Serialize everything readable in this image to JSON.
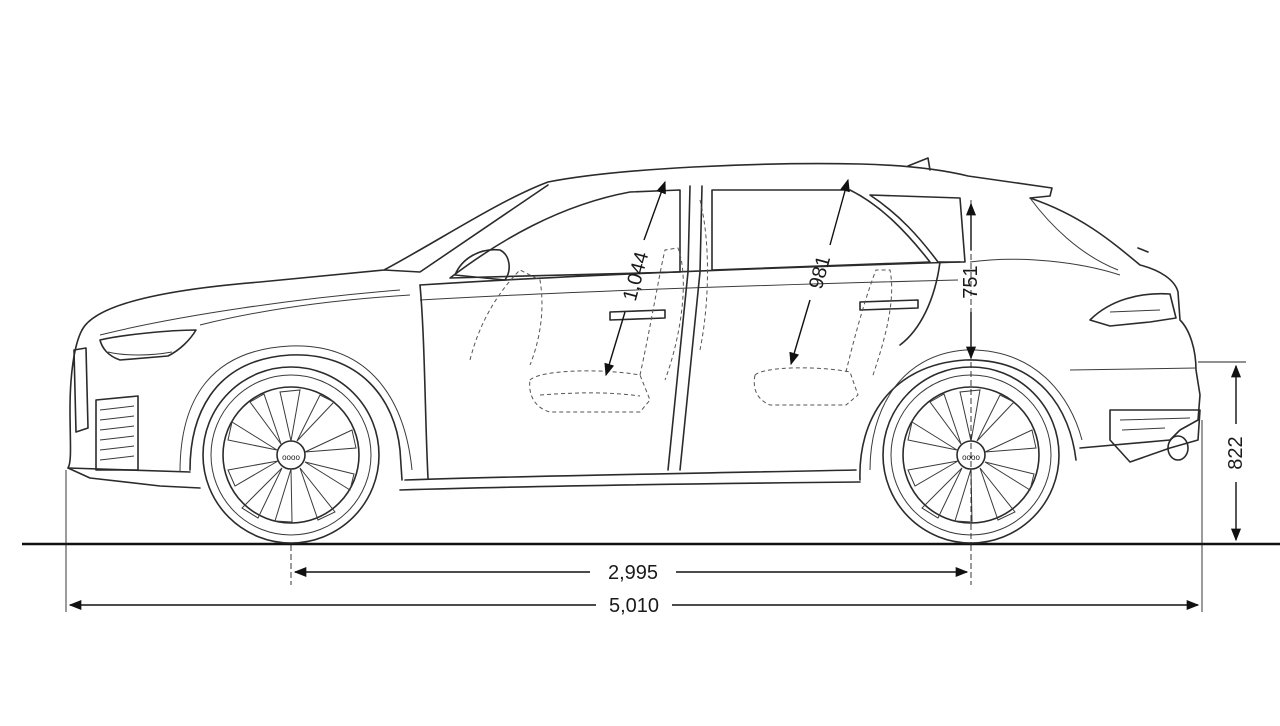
{
  "dimensions": {
    "wheelbase": "2,995",
    "overall_length": "5,010",
    "rear_height_clearance": "822",
    "front_headroom": "1,044",
    "rear_headroom": "981",
    "rear_cargo_height": "751"
  },
  "colors": {
    "line": "#2b2b2b",
    "background": "#ffffff"
  }
}
